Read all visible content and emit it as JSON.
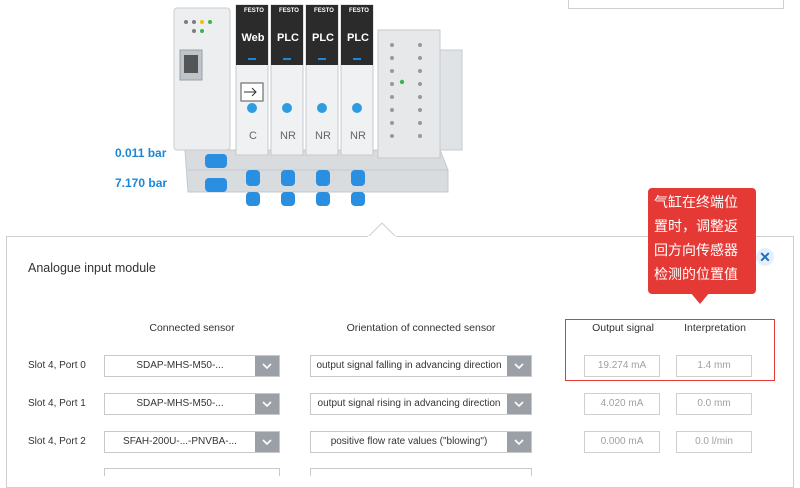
{
  "device": {
    "brand": "FESTO",
    "modules": [
      {
        "top": "Web",
        "bottom": "C"
      },
      {
        "top": "PLC",
        "bottom": "NR"
      },
      {
        "top": "PLC",
        "bottom": "NR"
      },
      {
        "top": "PLC",
        "bottom": "NR"
      }
    ],
    "pressure_1": "0.011 bar",
    "pressure_2": "7.170 bar"
  },
  "panel": {
    "title": "Analogue input module",
    "close_symbol": "✕",
    "columns": {
      "connected_sensor": "Connected sensor",
      "orientation": "Orientation of connected sensor",
      "output_signal": "Output signal",
      "interpretation": "Interpretation"
    },
    "rows": [
      {
        "slot": "Slot 4, Port 0",
        "sensor": "SDAP-MHS-M50-...",
        "orientation": "output signal falling in advancing direction",
        "output": "19.274 mA",
        "interp": "1.4 mm"
      },
      {
        "slot": "Slot 4, Port 1",
        "sensor": "SDAP-MHS-M50-...",
        "orientation": "output signal rising in advancing direction",
        "output": "4.020 mA",
        "interp": "0.0 mm"
      },
      {
        "slot": "Slot 4, Port 2",
        "sensor": "SFAH-200U-...-PNVBA-...",
        "orientation": "positive flow rate values (\"blowing\")",
        "output": "0.000 mA",
        "interp": "0.0 l/min"
      }
    ]
  },
  "callout": {
    "lines": [
      "气缸在终端位",
      "置时，调整返",
      "回方向传感器",
      "检测的位置值"
    ]
  },
  "colors": {
    "accent": "#1a88d6",
    "callout": "#e53935",
    "chevron_bg": "#9aa0a6"
  }
}
